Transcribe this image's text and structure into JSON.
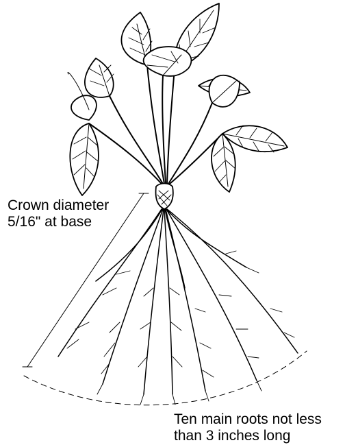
{
  "annotations": {
    "crown": {
      "line1": "Crown diameter",
      "line2": "5/16\" at base"
    },
    "roots": {
      "line1": "Ten main roots not less",
      "line2": "than 3 inches long"
    }
  },
  "colors": {
    "ink": "#000000",
    "paper": "#ffffff"
  }
}
